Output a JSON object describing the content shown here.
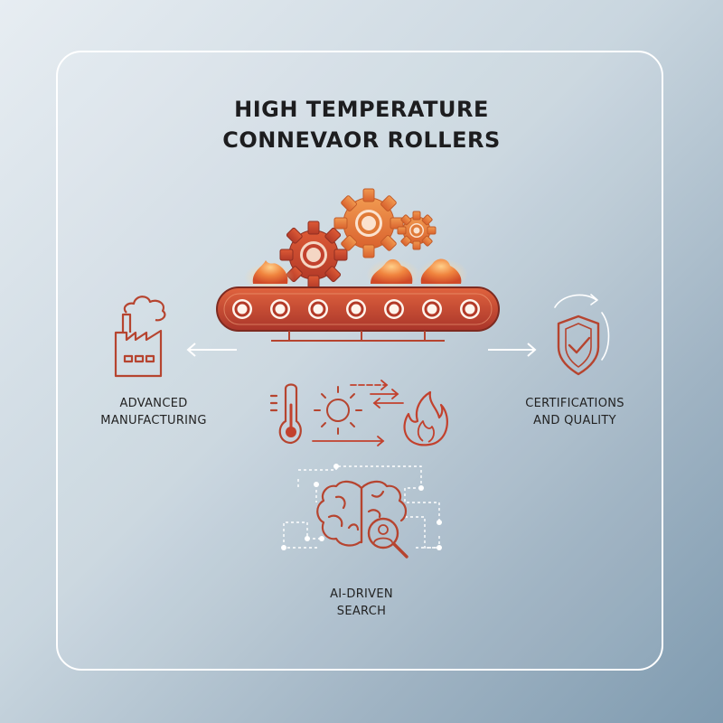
{
  "title": {
    "line1": "HIGH TEMPERATURE",
    "line2": "CONNEVAOR ROLLERS"
  },
  "labels": {
    "advanced_line1": "ADVANCED",
    "advanced_line2": "MANUFACTURING",
    "cert_line1": "CERTIFICATIONS",
    "cert_line2": "AND QUALITY",
    "ai_line1": "AI-DRIVEN",
    "ai_line2": "SEARCH"
  },
  "icons": [
    "gears-icon",
    "flame-icon",
    "conveyor-belt-icon",
    "factory-icon",
    "shield-check-icon",
    "thermometer-icon",
    "sun-icon",
    "fire-icon",
    "brain-icon",
    "magnifier-icon"
  ],
  "colors": {
    "accent": "#c2412d",
    "accent_light": "#ef8a4a",
    "line": "#b6442f",
    "text": "#1d1d1f"
  }
}
